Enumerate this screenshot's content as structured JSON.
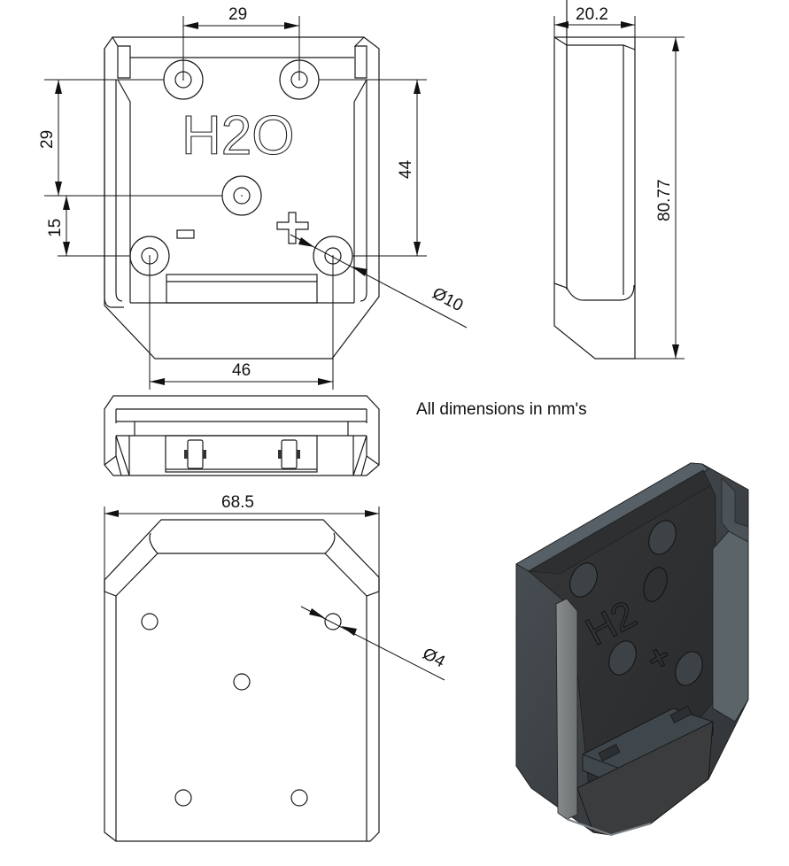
{
  "drawing": {
    "note": "All dimensions in mm's",
    "logo_text": "H2O",
    "terminal_plus": "+",
    "terminal_minus": "-",
    "front_view": {
      "hole_spacing_top": "29",
      "vertical_spacing_upper": "29",
      "vertical_spacing_lower": "15",
      "vertical_spacing_right": "44",
      "hole_spacing_bottom": "46",
      "boss_diameter": "Ø10"
    },
    "side_view": {
      "depth": "20.2",
      "height": "80.77"
    },
    "back_view": {
      "width": "68.5",
      "hole_diameter": "Ø4"
    },
    "render": {
      "body_color": "#3a3d40",
      "edge_color": "#5a6268"
    }
  }
}
